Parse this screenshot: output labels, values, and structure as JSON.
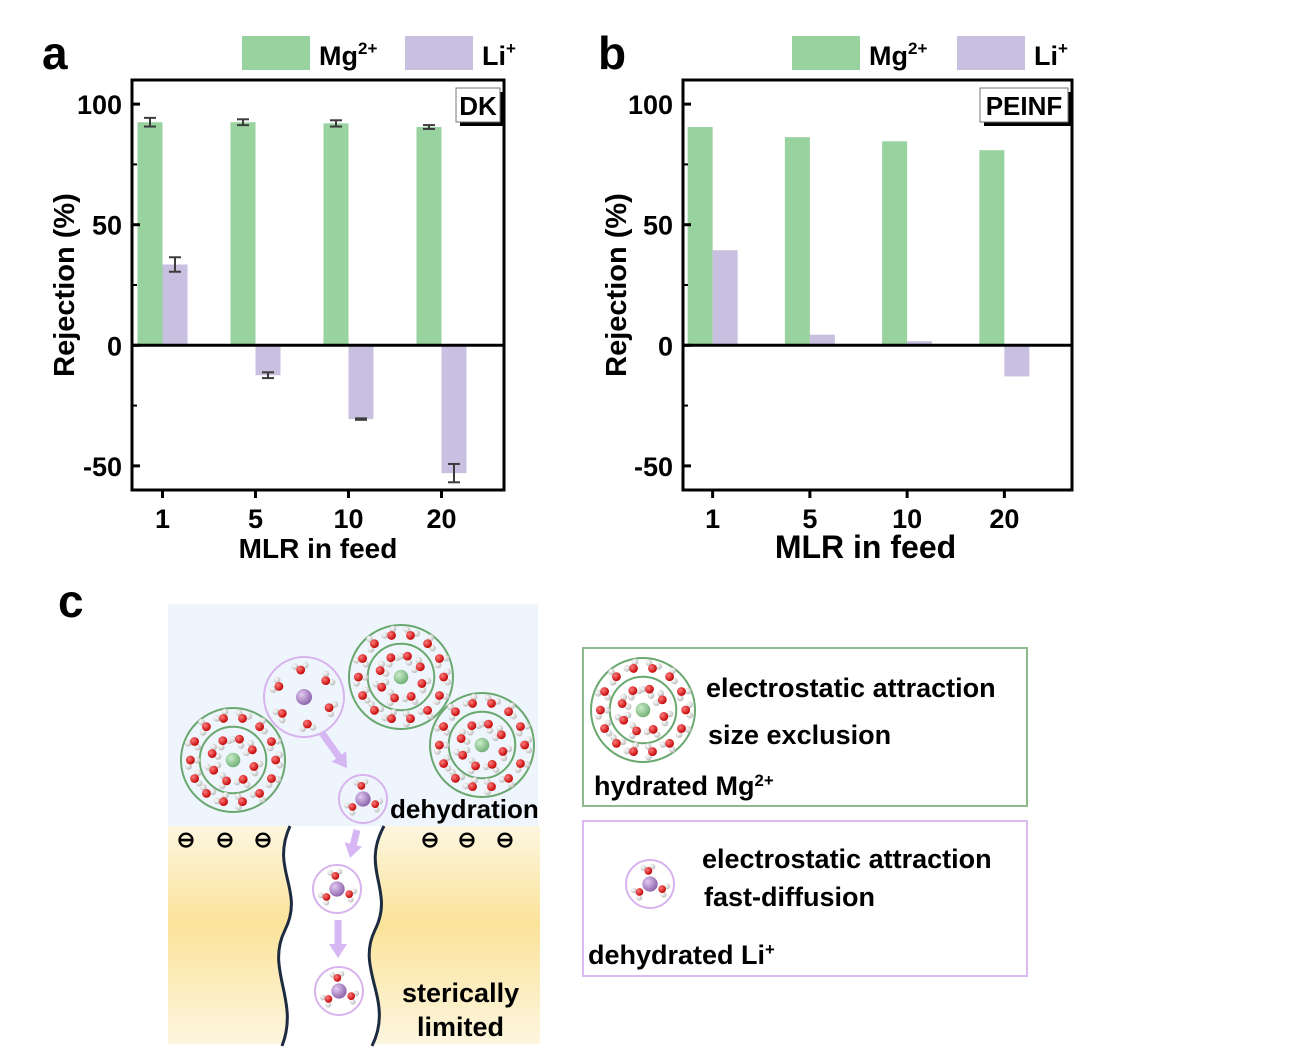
{
  "colors": {
    "mg": "#97d29f",
    "li": "#c8bfe1",
    "axis": "#000000",
    "errorbar": "#3c3c3c",
    "mg_ring": "#6aa86f",
    "li_ring": "#d8b3ee",
    "arrow": "#d7b7f3",
    "solution_bg": "#eef5fc",
    "membrane_band": "#fbe39a",
    "pore_wall": "#1c2b40",
    "oxygen": "#e01515",
    "hydrogen": "#f2f2f2",
    "mg_ion": "#8fcf93",
    "li_ion": "#a984c8"
  },
  "chart_data": [
    {
      "panel": "a",
      "type": "bar",
      "title": "",
      "inset_label": "DK",
      "xlabel": "MLR in feed",
      "ylabel": "Rejection (%)",
      "categories": [
        "1",
        "5",
        "10",
        "20"
      ],
      "ylim": [
        -60,
        110
      ],
      "yticks": [
        -50,
        0,
        50,
        100
      ],
      "yminor": [
        -25,
        25,
        75
      ],
      "legend": {
        "placement": "top",
        "entries": [
          "Mg",
          "Li"
        ],
        "superscripts": [
          "2+",
          "+"
        ]
      },
      "series": [
        {
          "name": "Mg2+",
          "values": [
            92.5,
            92.5,
            92.0,
            90.5
          ],
          "errors": [
            1.8,
            1.2,
            1.3,
            0.8
          ]
        },
        {
          "name": "Li+",
          "values": [
            33.5,
            -12.4,
            -30.6,
            -53.0
          ],
          "errors": [
            3.0,
            1.2,
            0.3,
            3.8
          ]
        }
      ]
    },
    {
      "panel": "b",
      "type": "bar",
      "title": "",
      "inset_label": "PEINF",
      "xlabel": "MLR in feed",
      "ylabel": "Rejection (%)",
      "categories": [
        "1",
        "5",
        "10",
        "20"
      ],
      "ylim": [
        -60,
        110
      ],
      "yticks": [
        -50,
        0,
        50,
        100
      ],
      "yminor": [
        -25,
        25,
        75
      ],
      "legend": {
        "placement": "top",
        "entries": [
          "Mg",
          "Li"
        ],
        "superscripts": [
          "2+",
          "+"
        ]
      },
      "series": [
        {
          "name": "Mg2+",
          "values": [
            90.5,
            86.3,
            84.6,
            80.9
          ]
        },
        {
          "name": "Li+",
          "values": [
            39.4,
            4.4,
            1.7,
            -12.9
          ]
        }
      ]
    }
  ],
  "panel_labels": {
    "a": "a",
    "b": "b",
    "c": "c"
  },
  "schematic": {
    "dehydration_label": "dehydration",
    "sterically_label_1": "sterically",
    "sterically_label_2": "limited",
    "negative_charge_symbol": "⊖",
    "legend_mg": {
      "line1": "electrostatic attraction",
      "line2": "size exclusion",
      "caption": "hydrated Mg",
      "caption_sup": "2+"
    },
    "legend_li": {
      "line1": "electrostatic attraction",
      "line2": "fast-diffusion",
      "caption": "dehydrated Li",
      "caption_sup": "+"
    }
  }
}
